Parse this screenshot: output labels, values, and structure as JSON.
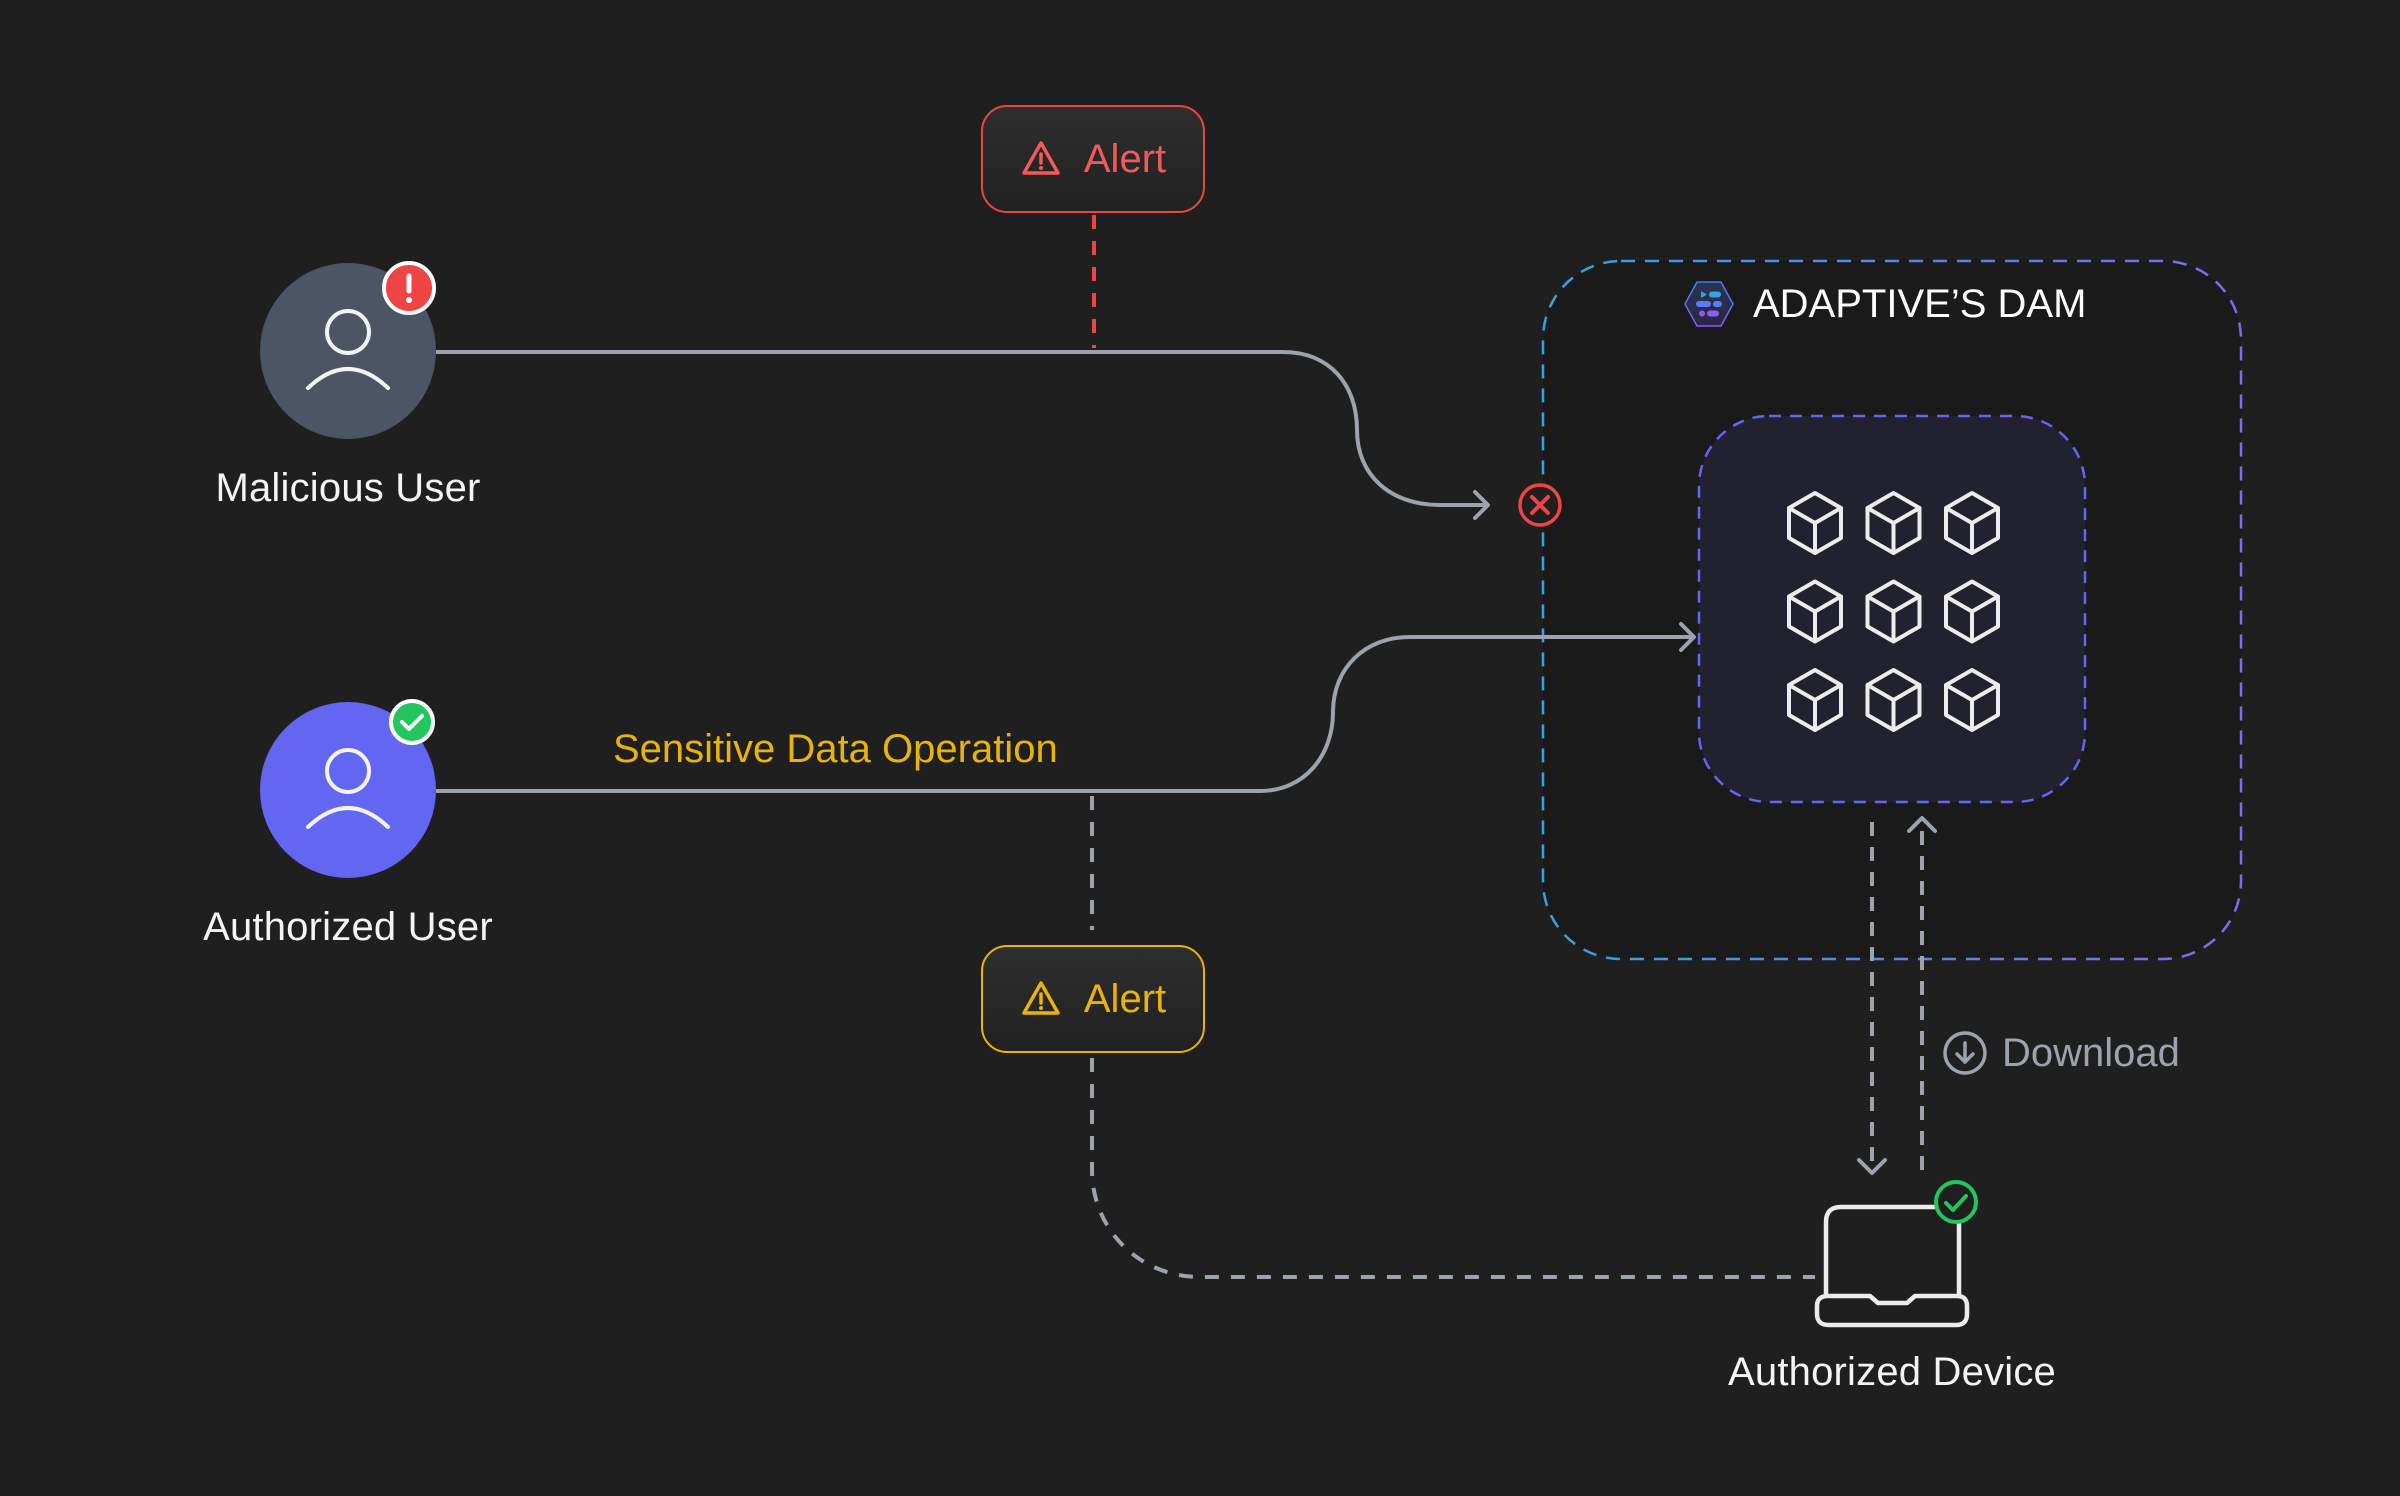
{
  "colors": {
    "background": "#1f1f1f",
    "connector": "#9ca3af",
    "alert_red": "#ef4444",
    "alert_yellow": "#eab308",
    "authorized": "#6366f1",
    "malicious_avatar": "#4b5563",
    "success": "#22c55e",
    "dam_border_start": "#38a1e0",
    "dam_border_end": "#7c6cf2",
    "vault_fill": "#21212f",
    "vault_border": "#6366f1"
  },
  "actors": {
    "malicious_user": {
      "label": "Malicious User",
      "status": "blocked",
      "badge_icon": "exclamation-icon"
    },
    "authorized_user": {
      "label": "Authorized User",
      "status": "verified",
      "badge_icon": "check-icon"
    },
    "authorized_device": {
      "label": "Authorized Device",
      "status": "verified",
      "badge_icon": "check-icon"
    }
  },
  "alerts": {
    "top": {
      "label": "Alert",
      "icon": "warning-icon",
      "severity": "critical"
    },
    "bottom": {
      "label": "Alert",
      "icon": "warning-icon",
      "severity": "warning"
    }
  },
  "flows": {
    "sensitive_operation_label": "Sensitive Data Operation",
    "download_label": "Download",
    "blocked_marker_icon": "x-circle-icon"
  },
  "dam": {
    "title": "ADAPTIVE’S DAM",
    "logo_icon": "adaptive-logo-icon",
    "vault": {
      "asset_icon": "cube-icon",
      "rows": 3,
      "cols": 3
    }
  }
}
